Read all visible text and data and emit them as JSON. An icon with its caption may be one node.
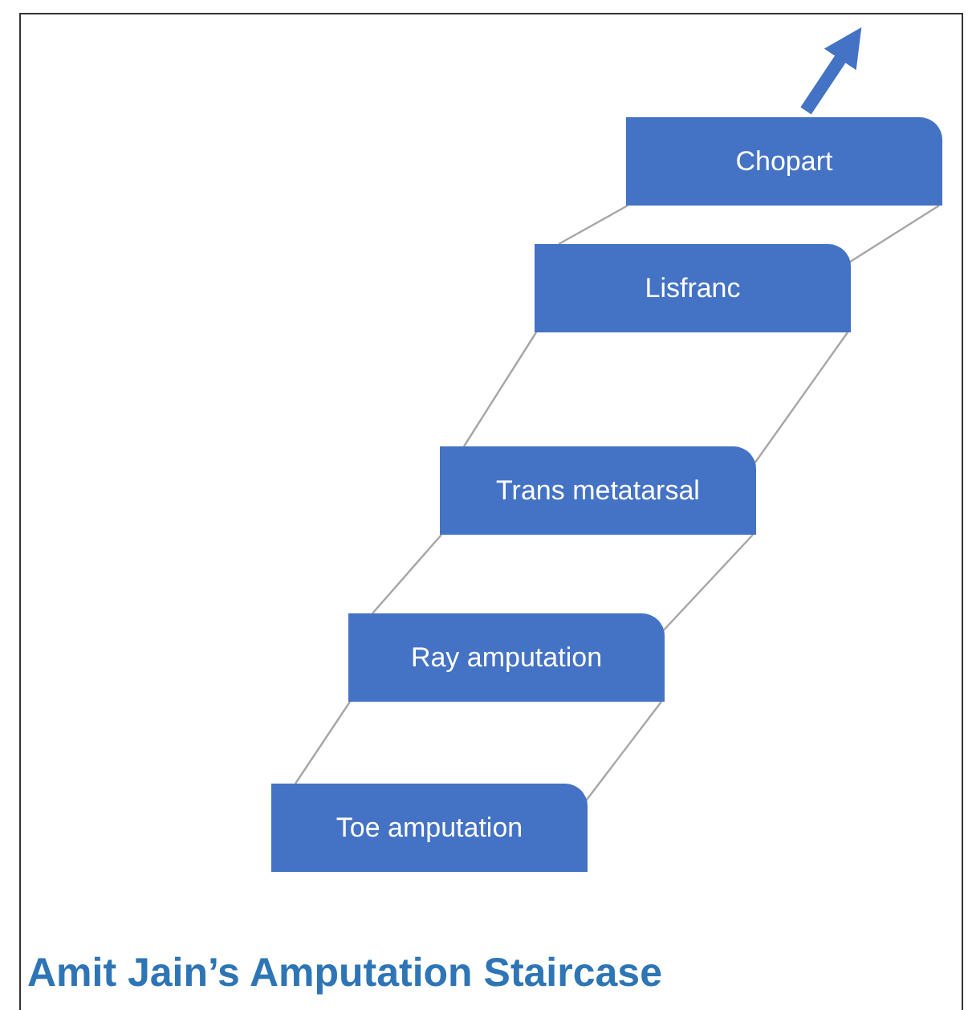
{
  "diagram": {
    "title": "Amit Jain’s Amputation Staircase",
    "nodes": [
      {
        "text": [
          "Chopart"
        ]
      },
      {
        "text": [
          "Lisfranc"
        ]
      },
      {
        "text": [
          "Trans metatarsal"
        ]
      },
      {
        "text": [
          "Ray amputation"
        ]
      },
      {
        "text": [
          "Toe amputation"
        ]
      }
    ],
    "edges": [
      {
        "from": 0,
        "to": null,
        "arrow": "to",
        "style": "thick",
        "color": "#4472c4"
      },
      {
        "from": 0,
        "to": 1,
        "arrow": "none"
      },
      {
        "from": 0,
        "to": 1,
        "arrow": "none"
      },
      {
        "from": 1,
        "to": 2,
        "arrow": "none"
      },
      {
        "from": 1,
        "to": 2,
        "arrow": "none"
      },
      {
        "from": 2,
        "to": 3,
        "arrow": "none"
      },
      {
        "from": 2,
        "to": 3,
        "arrow": "none"
      },
      {
        "from": 3,
        "to": 4,
        "arrow": "none"
      },
      {
        "from": 3,
        "to": 4,
        "arrow": "none"
      }
    ]
  }
}
